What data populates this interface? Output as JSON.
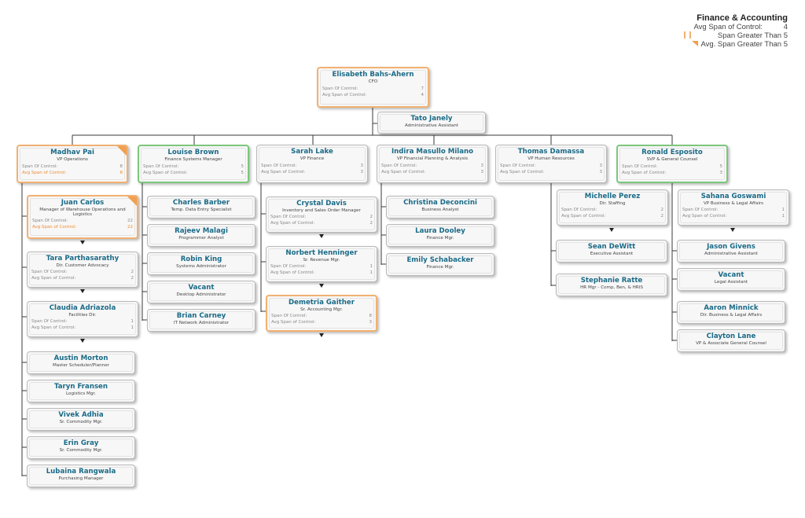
{
  "legend": {
    "title": "Finance & Accounting",
    "avg_label": "Avg Span of Control:",
    "avg_value": "4",
    "span_greater": "Span Greater Than 5",
    "avg_span_greater": "Avg. Span Greater Than 5",
    "span_color": "#f2b171",
    "avg_color": "#f0a050"
  },
  "labels": {
    "span": "Span Of Control:",
    "avg_span": "Avg Span of Control:"
  },
  "nodes": {
    "elisabeth": {
      "name": "Elisabeth Bahs-Ahern",
      "title": "CFO",
      "span": "7",
      "avg": "4"
    },
    "tato": {
      "name": "Tato Janely",
      "title": "Administrative Assistant"
    },
    "madhav": {
      "name": "Madhav Pai",
      "title": "VP Operations",
      "span": "8",
      "avg": "8"
    },
    "louise": {
      "name": "Louise Brown",
      "title": "Finance Systems Manager",
      "span": "5",
      "avg": "5"
    },
    "sarah": {
      "name": "Sarah Lake",
      "title": "VP Finance",
      "span": "3",
      "avg": "3"
    },
    "indira": {
      "name": "Indira Masullo Milano",
      "title": "VP Financial Planning & Analysis",
      "span": "3",
      "avg": "3"
    },
    "thomas": {
      "name": "Thomas Damassa",
      "title": "VP Human Resources",
      "span": "3",
      "avg": "3"
    },
    "ronald": {
      "name": "Ronald Esposito",
      "title": "SVP & General Counsel",
      "span": "5",
      "avg": "3"
    },
    "juan": {
      "name": "Juan Carlos",
      "title": "Manager of Warehouse Operations and Logistics",
      "span": "22",
      "avg": "22"
    },
    "tara": {
      "name": "Tara Parthasarathy",
      "title": "Dir. Customer Advocacy",
      "span": "2",
      "avg": "2"
    },
    "claudia": {
      "name": "Claudia Adriazola",
      "title": "Facilities Dir.",
      "span": "1",
      "avg": "1"
    },
    "austin": {
      "name": "Austin Morton",
      "title": "Master Scheduler/Planner"
    },
    "taryn": {
      "name": "Taryn Fransen",
      "title": "Logistics Mgr."
    },
    "vivek": {
      "name": "Vivek Adhia",
      "title": "Sr. Commodity Mgr."
    },
    "erin": {
      "name": "Erin Gray",
      "title": "Sr. Commodity Mgr."
    },
    "lubaina": {
      "name": "Lubaina Rangwala",
      "title": "Purchasing Manager"
    },
    "charles": {
      "name": "Charles Barber",
      "title": "Temp. Data Entry Specialist"
    },
    "rajeev": {
      "name": "Rajeev Malagi",
      "title": "Programmer Analyst"
    },
    "robin": {
      "name": "Robin King",
      "title": "Systems Administrator"
    },
    "vacant1": {
      "name": "Vacant",
      "title": "Desktop Administrator"
    },
    "brian": {
      "name": "Brian Carney",
      "title": "IT Network Administrator"
    },
    "crystal": {
      "name": "Crystal Davis",
      "title": "Inventory and Sales Order Manager",
      "span": "2",
      "avg": "2"
    },
    "norbert": {
      "name": "Norbert Henninger",
      "title": "Sr. Revenue Mgr.",
      "span": "1",
      "avg": "1"
    },
    "demetria": {
      "name": "Demetria Gaither",
      "title": "Sr. Accounting Mgr.",
      "span": "8",
      "avg": "3"
    },
    "christina": {
      "name": "Christina Deconcini",
      "title": "Business Analyst"
    },
    "laura": {
      "name": "Laura Dooley",
      "title": "Finance Mgr."
    },
    "emily": {
      "name": "Emily Schabacker",
      "title": "Finance Mgr."
    },
    "michelle": {
      "name": "Michelle Perez",
      "title": "Dir. Staffing",
      "span": "2",
      "avg": "2"
    },
    "sean": {
      "name": "Sean DeWitt",
      "title": "Executive Assistant"
    },
    "stephanie": {
      "name": "Stephanie Ratte",
      "title": "HR Mgr - Comp, Ben, & HRIS"
    },
    "sahana": {
      "name": "Sahana Goswami",
      "title": "VP Business & Legal Affairs",
      "span": "1",
      "avg": "1"
    },
    "jason": {
      "name": "Jason Givens",
      "title": "Administrative Assistant"
    },
    "vacant2": {
      "name": "Vacant",
      "title": "Legal Assistant"
    },
    "aaron": {
      "name": "Aaron Minnick",
      "title": "Dir. Business & Legal Affairs"
    },
    "clayton": {
      "name": "Clayton Lane",
      "title": "VP & Associate General Counsel"
    }
  }
}
